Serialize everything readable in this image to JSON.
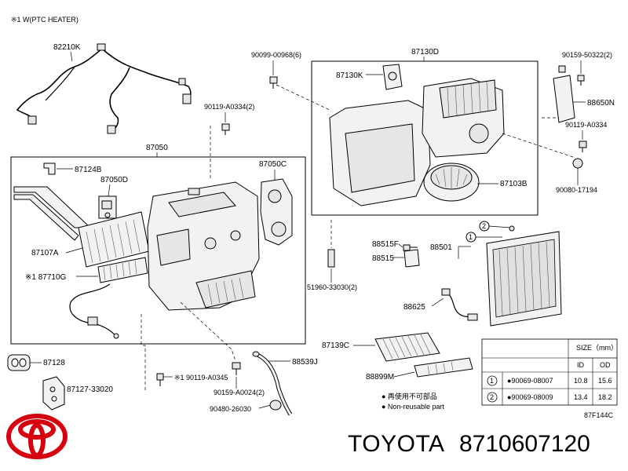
{
  "header_note": "※1 W(PTC HEATER)",
  "labels": {
    "p82210K": "82210K",
    "p87050": "87050",
    "p87124B": "87124B",
    "p87050D": "87050D",
    "p87050C": "87050C",
    "p87107A": "87107A",
    "p87710G": "※1 87710G",
    "p87128": "87128",
    "p87127": "87127-33020",
    "p90119_A0345": "※1 90119-A0345",
    "p90159_A0024": "90159-A0024(2)",
    "p90480": "90480-26030",
    "p88539J": "88539J",
    "p87139C": "87139C",
    "p88899M": "88899M",
    "p51960": "51960-33030(2)",
    "p88515F": "88515F",
    "p88515": "88515",
    "p88501": "88501",
    "p88625": "88625",
    "p90099": "90099-00968(6)",
    "p90119_A0334_2": "90119-A0334(2)",
    "p87130D": "87130D",
    "p87130K": "87130K",
    "p87103B": "87103B",
    "p90159_50322": "90159-50322(2)",
    "p88650N": "88650N",
    "p90119_A0334": "90119-A0334",
    "p90080": "90080-17194",
    "circle1": "1",
    "circle2": "2"
  },
  "legend": {
    "line1": "● 再使用不可部品",
    "line2": "● Non-reusable part"
  },
  "size_table": {
    "title": "SIZE（mm）",
    "headers": [
      "",
      "",
      "ID",
      "OD"
    ],
    "rows": [
      {
        "num": "1",
        "part": "●90069-08007",
        "id": "10.8",
        "od": "15.6"
      },
      {
        "num": "2",
        "part": "●90069-08009",
        "id": "13.4",
        "od": "18.2"
      }
    ]
  },
  "diagram_code": "87F144C",
  "footer": {
    "brand": "TOYOTA",
    "part_number": "8710607120"
  },
  "colors": {
    "logo_red": "#d7000f",
    "line": "#000000"
  }
}
